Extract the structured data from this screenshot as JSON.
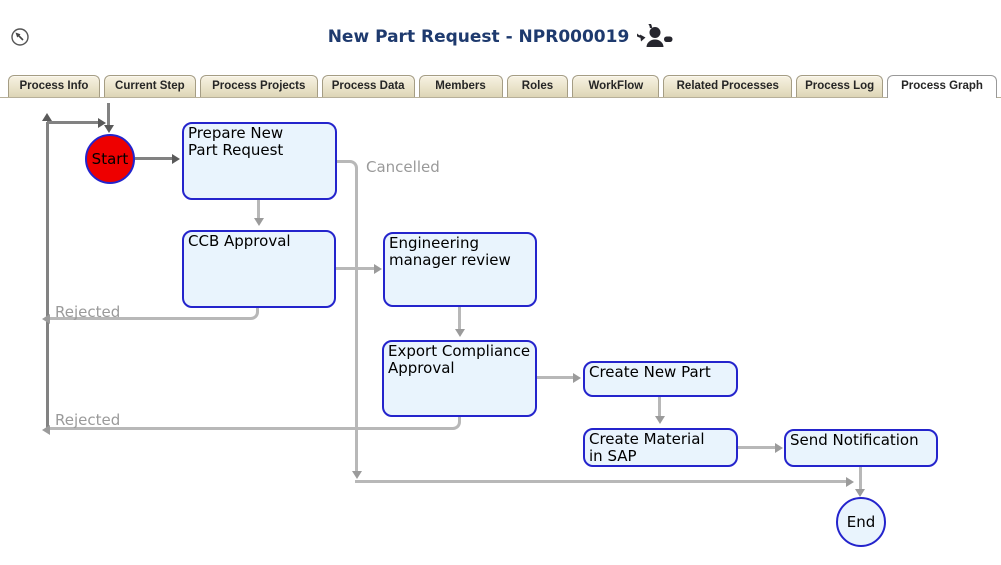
{
  "header": {
    "title": "New Part Request - NPR000019",
    "back_icon": "circled-up-left-arrow",
    "user_icon": "user-with-refresh-and-dash"
  },
  "tabs": {
    "items": [
      {
        "label": "Process Info",
        "active": false
      },
      {
        "label": "Current Step",
        "active": false
      },
      {
        "label": "Process Projects",
        "active": false
      },
      {
        "label": "Process Data",
        "active": false
      },
      {
        "label": "Members",
        "active": false
      },
      {
        "label": "Roles",
        "active": false
      },
      {
        "label": "WorkFlow",
        "active": false
      },
      {
        "label": "Related Processes",
        "active": false
      },
      {
        "label": "Process Log",
        "active": false
      },
      {
        "label": "Process Graph",
        "active": true
      }
    ]
  },
  "graph": {
    "nodes": {
      "start": {
        "label": "Start",
        "type": "start-circle"
      },
      "prepare": {
        "label": "Prepare New\nPart Request",
        "type": "step"
      },
      "ccb": {
        "label": "CCB Approval",
        "type": "step"
      },
      "eng_review": {
        "label": "Engineering\nmanager review",
        "type": "step"
      },
      "export_compliance": {
        "label": "Export Compliance\nApproval",
        "type": "step"
      },
      "create_new_part": {
        "label": "Create New Part",
        "type": "step"
      },
      "create_material": {
        "label": "Create Material\nin SAP",
        "type": "step"
      },
      "send_notification": {
        "label": "Send Notification",
        "type": "step"
      },
      "end": {
        "label": "End",
        "type": "end-circle"
      }
    },
    "edge_labels": {
      "cancelled": "Cancelled",
      "rejected_ccb": "Rejected",
      "rejected_export": "Rejected"
    }
  },
  "colors": {
    "title": "#1e3a6e",
    "node_fill": "#e9f4fd",
    "node_border": "#2424cc",
    "start_fill": "#ee0000",
    "line": "#b8b8b8",
    "line_dark": "#828282",
    "arrow": "#9b9b9b",
    "arrow_dark": "#5a5a5a",
    "edge_label": "#9a9a9a",
    "tab_border": "#a59d84"
  }
}
